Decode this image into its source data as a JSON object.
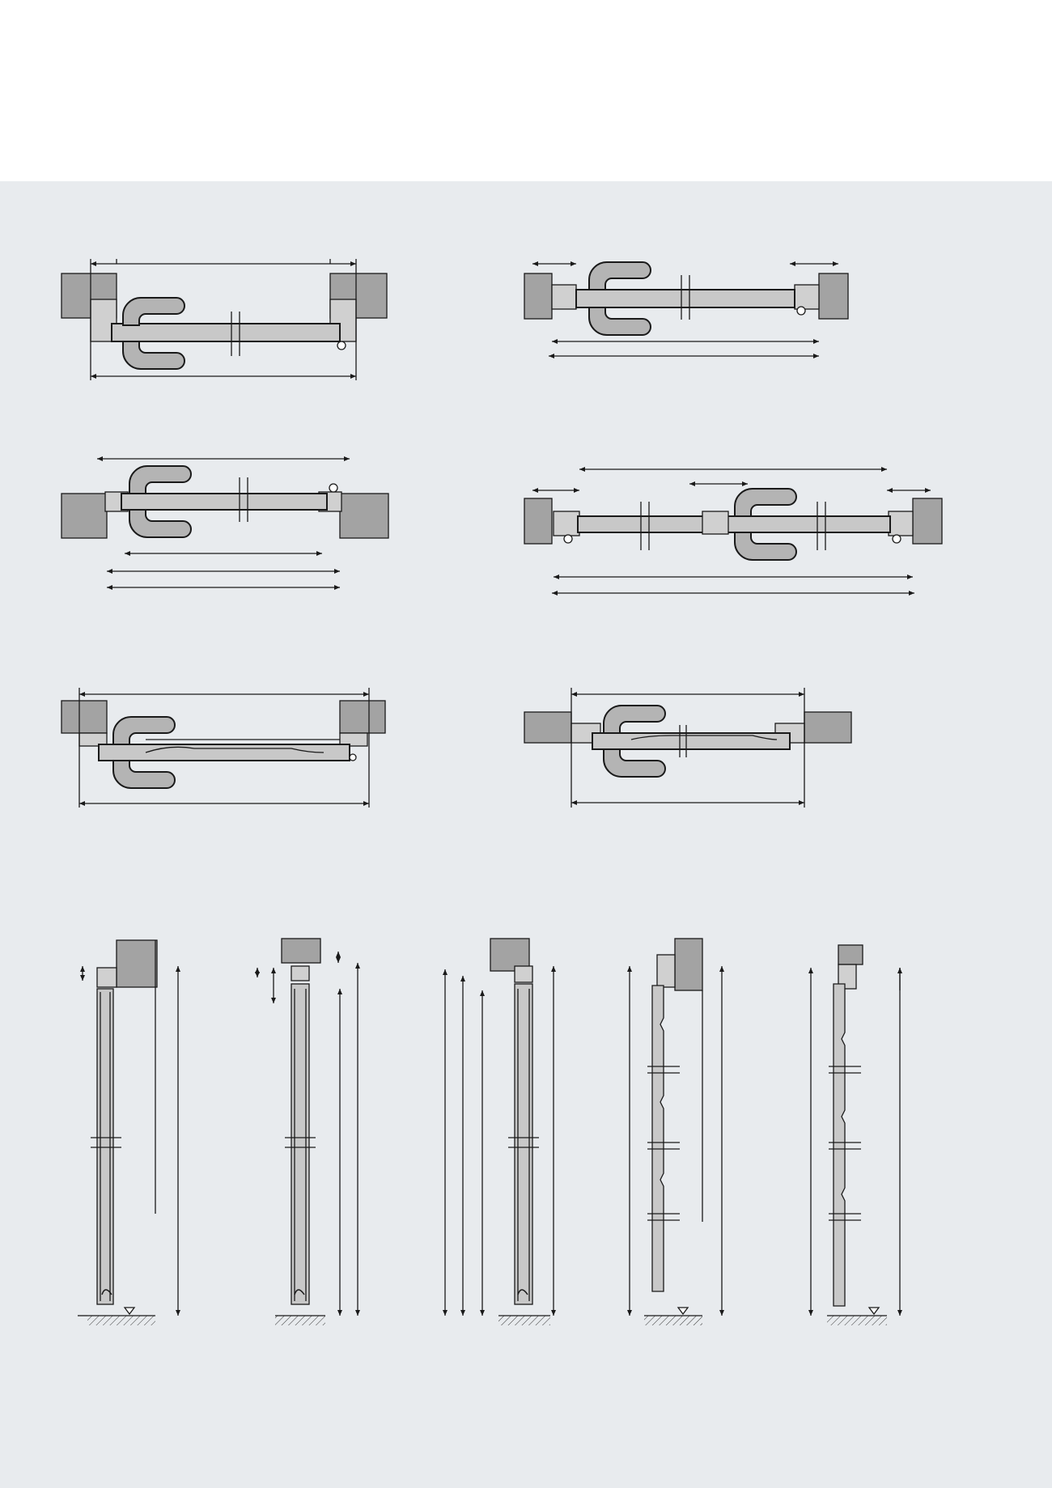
{
  "page": {
    "background": "#ffffff",
    "panel_color": "#e8ebee"
  },
  "colors": {
    "wall": "#a3a3a3",
    "frame": "#d0d0d0",
    "leaf": "#c8c8c8",
    "line": "#1a1a1a",
    "handle": "#b4b4b4"
  },
  "diagrams": {
    "plan_views": [
      {
        "name": "plan-single-leaf-inswing"
      },
      {
        "name": "plan-single-leaf-outswing"
      },
      {
        "name": "plan-single-leaf-angled-frame"
      },
      {
        "name": "plan-double-leaf"
      },
      {
        "name": "plan-single-leaf-surface-frame"
      },
      {
        "name": "plan-single-leaf-flush-frame"
      }
    ],
    "section_views": [
      {
        "name": "section-1"
      },
      {
        "name": "section-2"
      },
      {
        "name": "section-3"
      },
      {
        "name": "section-4"
      },
      {
        "name": "section-5"
      }
    ]
  }
}
